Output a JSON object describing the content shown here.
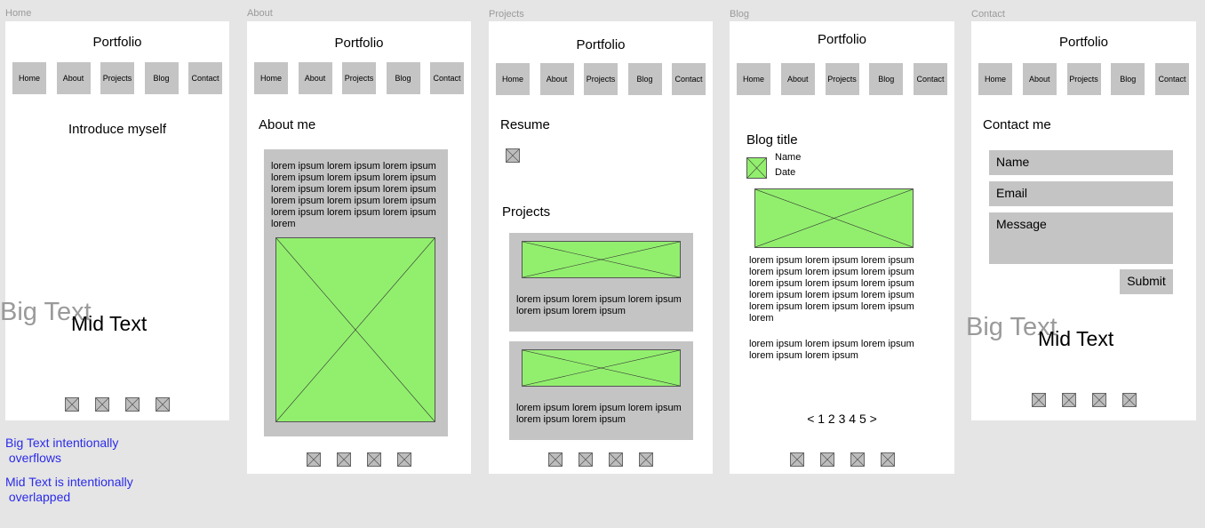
{
  "site_title": "Portfolio",
  "nav": [
    "Home",
    "About",
    "Projects",
    "Blog",
    "Contact"
  ],
  "frames": {
    "home": {
      "label": "Home",
      "heading": "Introduce myself",
      "big_text": "Big Text",
      "mid_text": "Mid Text"
    },
    "about": {
      "label": "About",
      "heading": "About me",
      "body": "lorem ipsum lorem ipsum lorem ipsum lorem ipsum lorem ipsum lorem ipsum lorem ipsum lorem ipsum lorem ipsum lorem ipsum lorem ipsum lorem ipsum lorem ipsum lorem ipsum lorem ipsum lorem"
    },
    "projects": {
      "label": "Projects",
      "resume_heading": "Resume",
      "projects_heading": "Projects",
      "card1_text": "lorem ipsum lorem ipsum lorem ipsum lorem ipsum lorem ipsum",
      "card2_text": "lorem ipsum lorem ipsum lorem ipsum lorem ipsum lorem ipsum"
    },
    "blog": {
      "label": "Blog",
      "post_title": "Blog title",
      "author_name": "Name",
      "date": "Date",
      "body1": "lorem ipsum lorem ipsum lorem ipsum lorem ipsum lorem ipsum lorem ipsum lorem ipsum lorem ipsum lorem ipsum lorem ipsum lorem ipsum lorem ipsum lorem ipsum lorem ipsum lorem ipsum lorem",
      "body2": "lorem ipsum lorem ipsum lorem ipsum lorem ipsum lorem ipsum",
      "pagination": "< 1 2 3 4 5 >"
    },
    "contact": {
      "label": "Contact",
      "heading": "Contact me",
      "name_placeholder": "Name",
      "email_placeholder": "Email",
      "message_placeholder": "Message",
      "submit_label": "Submit",
      "big_text": "Big Text",
      "mid_text": "Mid Text"
    }
  },
  "notes": {
    "big_text_note": "Big Text intentionally\n overflows",
    "mid_text_note": "Mid Text is intentionally\n overlapped"
  },
  "colors": {
    "placeholder_green": "#92ef6e",
    "block_grey": "#c4c4c4",
    "note_blue": "#2b2bea"
  }
}
